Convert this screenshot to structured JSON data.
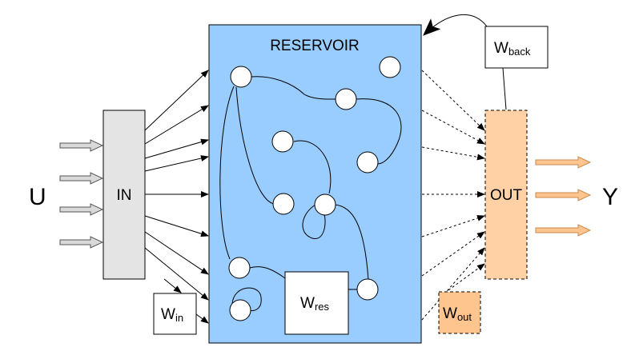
{
  "diagram": {
    "input_label": "U",
    "output_label": "Y",
    "in_box_label": "IN",
    "out_box_label": "OUT",
    "reservoir_label": "RESERVOIR",
    "w_in": {
      "main": "W",
      "sub": "in"
    },
    "w_res": {
      "main": "W",
      "sub": "res"
    },
    "w_out": {
      "main": "W",
      "sub": "out"
    },
    "w_back": {
      "main": "W",
      "sub": "back"
    }
  },
  "colors": {
    "reservoir_fill": "#99ccff",
    "in_box_fill": "#e4e4e4",
    "out_box_fill": "#ffd1a4",
    "input_arrow_fill": "#d9d9d9",
    "output_arrow_fill": "#ffc58f",
    "node_fill": "#ffffff",
    "line": "#000000"
  }
}
